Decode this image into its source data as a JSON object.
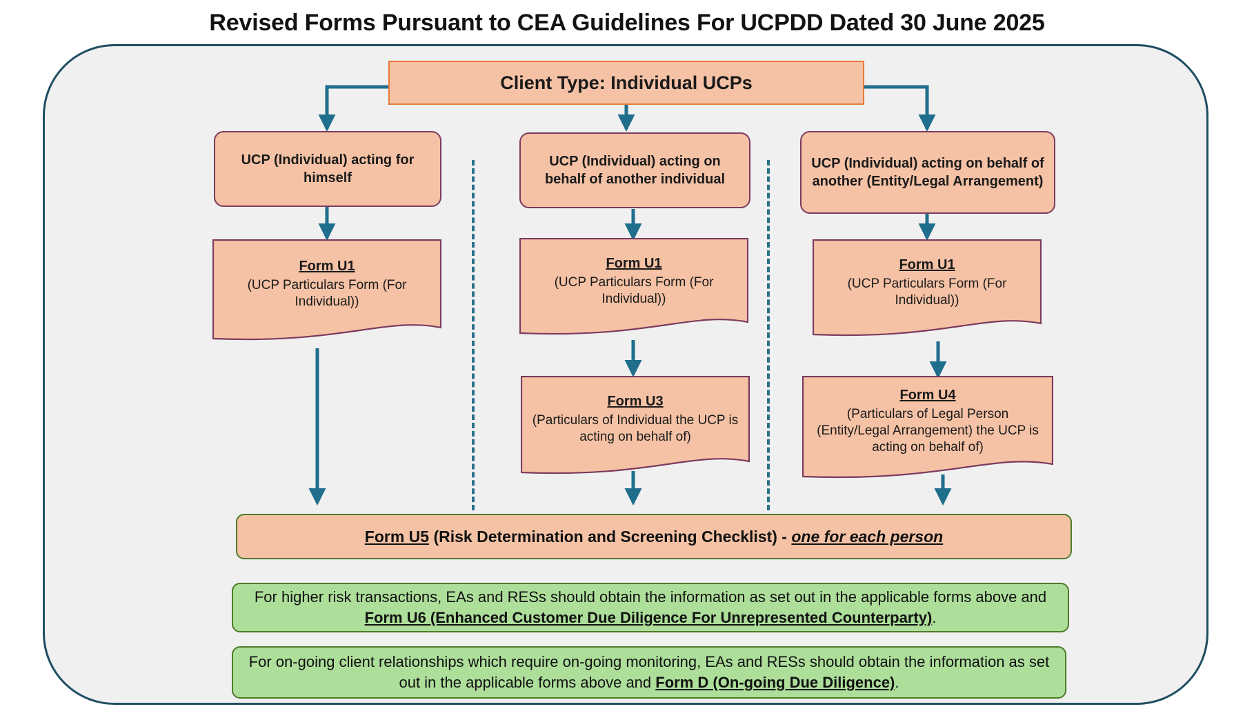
{
  "page": {
    "title": "Revised Forms Pursuant to CEA Guidelines For UCPDD Dated 30 June 2025"
  },
  "colors": {
    "panel_fill": "#f0f0f0",
    "panel_border": "#1f4e63",
    "node_fill": "#f5c2a5",
    "top_box_border": "#e8793a",
    "rounded_border": "#7b3b5e",
    "note_fill": "#adde9a",
    "note_border": "#4e7a28",
    "connector": "#1f6e8c"
  },
  "flow": {
    "root": {
      "label": "Client Type: Individual UCPs"
    },
    "columns": [
      {
        "id": "col-self",
        "branch_label": "UCP (Individual) acting for himself",
        "forms": [
          {
            "id": "form-u1-col1",
            "title": "Form U1",
            "subtitle": "(UCP Particulars Form (For Individual))"
          }
        ]
      },
      {
        "id": "col-other-individual",
        "branch_label": "UCP (Individual) acting on behalf of another individual",
        "forms": [
          {
            "id": "form-u1-col2",
            "title": "Form U1",
            "subtitle": "(UCP Particulars Form (For Individual))"
          },
          {
            "id": "form-u3",
            "title": "Form U3",
            "subtitle": "(Particulars of Individual the UCP is acting on behalf of)"
          }
        ]
      },
      {
        "id": "col-entity",
        "branch_label": "UCP (Individual) acting on behalf of another (Entity/Legal Arrangement)",
        "forms": [
          {
            "id": "form-u1-col3",
            "title": "Form U1",
            "subtitle": "(UCP Particulars Form (For Individual))"
          },
          {
            "id": "form-u4",
            "title": "Form U4",
            "subtitle": "(Particulars of Legal Person (Entity/Legal Arrangement) the UCP is acting on behalf of)"
          }
        ]
      }
    ],
    "u5_bar": {
      "form_label": "Form U5",
      "middle_text": " (Risk Determination and Screening Checklist) - ",
      "emphasis_text": "one for each person"
    },
    "notes": [
      {
        "id": "note-higher-risk",
        "lead": "For higher risk transactions, EAs and RESs should obtain the information as set out in the applicable forms above and ",
        "bold": "Form U6 (Enhanced Customer Due Diligence For Unrepresented Counterparty)",
        "tail": "."
      },
      {
        "id": "note-ongoing",
        "lead": "For on-going client relationships which require on-going monitoring, EAs and RESs should obtain the information as set out in the applicable forms above and ",
        "bold": "Form D (On-going Due Diligence)",
        "tail": "."
      }
    ]
  }
}
